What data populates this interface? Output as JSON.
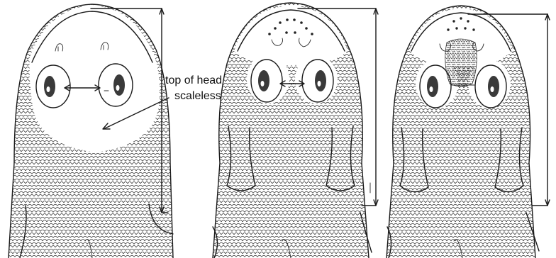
{
  "figure": {
    "annotations": {
      "top_label": "top of head",
      "bottom_label": "scaleless"
    },
    "colors": {
      "ink": "#1a1a1a",
      "background": "#ffffff"
    },
    "panels": [
      {
        "name": "fish-head-left"
      },
      {
        "name": "fish-head-middle"
      },
      {
        "name": "fish-head-right"
      }
    ]
  }
}
